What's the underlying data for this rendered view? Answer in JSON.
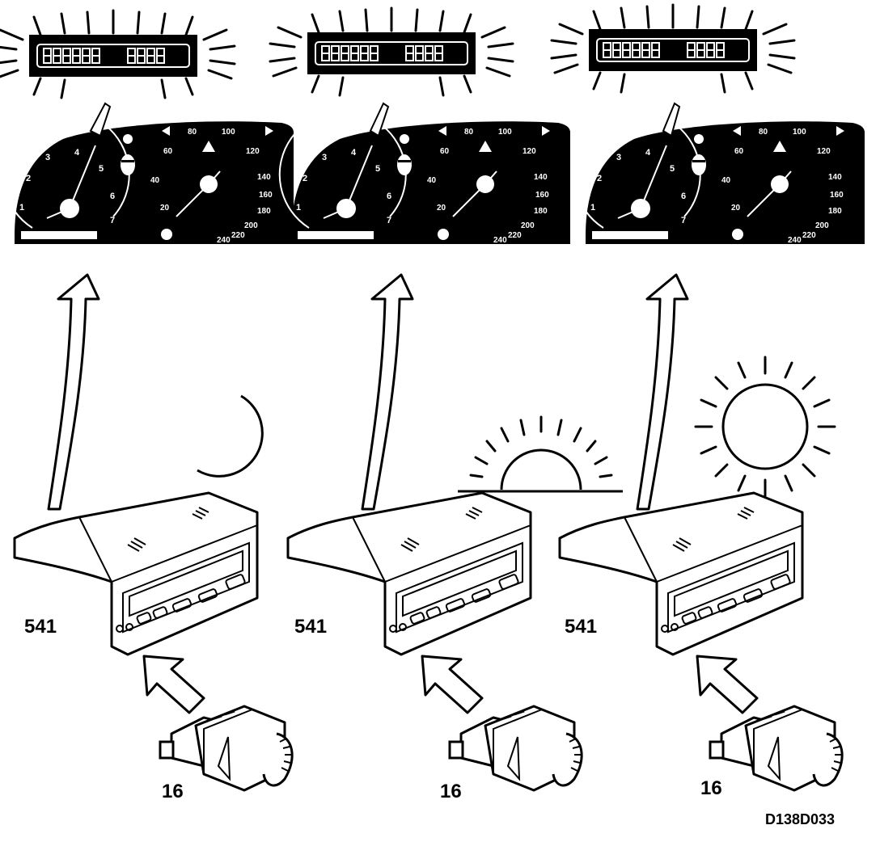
{
  "panels": [
    {
      "id": "night",
      "condition_icon": "moon-icon",
      "label_unit": "541",
      "label_switch": "16"
    },
    {
      "id": "dusk",
      "condition_icon": "setting-sun-icon",
      "label_unit": "541",
      "label_switch": "16"
    },
    {
      "id": "day",
      "condition_icon": "sun-icon",
      "label_unit": "541",
      "label_switch": "16"
    }
  ],
  "figure_id": "D138D033",
  "gauge_numbers": {
    "tach": [
      "1",
      "2",
      "3",
      "4",
      "5",
      "6",
      "7"
    ],
    "speedo": [
      "20",
      "40",
      "60",
      "80",
      "100",
      "120",
      "140",
      "160",
      "180",
      "200",
      "220",
      "240"
    ]
  },
  "colors": {
    "ink": "#000000",
    "paper": "#ffffff"
  }
}
